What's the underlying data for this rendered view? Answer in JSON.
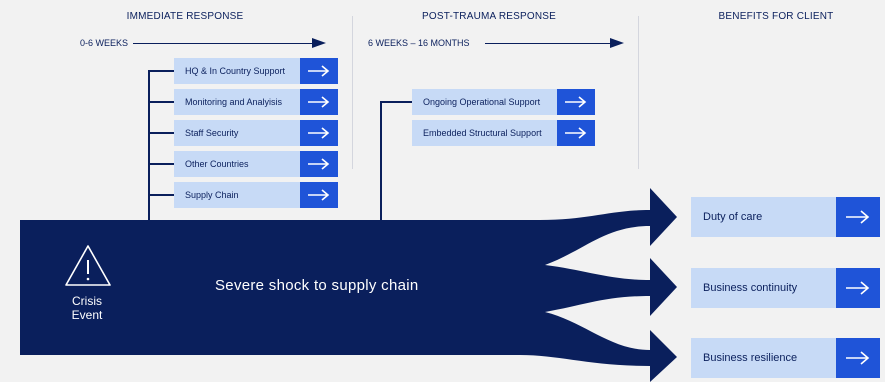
{
  "headers": {
    "immediate": "IMMEDIATE RESPONSE",
    "post": "POST-TRAUMA RESPONSE",
    "benefits": "BENEFITS FOR CLIENT"
  },
  "timelines": {
    "immediate": "0-6 WEEKS",
    "post": "6 WEEKS – 16 MONTHS"
  },
  "immediate_items": [
    {
      "label": "HQ & In Country Support"
    },
    {
      "label": "Monitoring and Analyisis"
    },
    {
      "label": "Staff Security"
    },
    {
      "label": "Other Countries"
    },
    {
      "label": "Supply Chain"
    }
  ],
  "post_items": [
    {
      "label": "Ongoing Operational Support"
    },
    {
      "label": "Embedded Structural Support"
    }
  ],
  "benefits": [
    {
      "label": "Duty of care"
    },
    {
      "label": "Business continuity"
    },
    {
      "label": "Business resilience"
    }
  ],
  "shape": {
    "main_text": "Severe shock to supply chain",
    "crisis_line1": "Crisis",
    "crisis_line2": "Event"
  },
  "icons": {
    "warning": "warning-triangle-icon",
    "arrow": "arrow-right-icon"
  },
  "colors": {
    "navy": "#0a1f5c",
    "accent_blue": "#1f54d8",
    "light_blue": "#c7daf6",
    "background": "#f2f2f2"
  }
}
